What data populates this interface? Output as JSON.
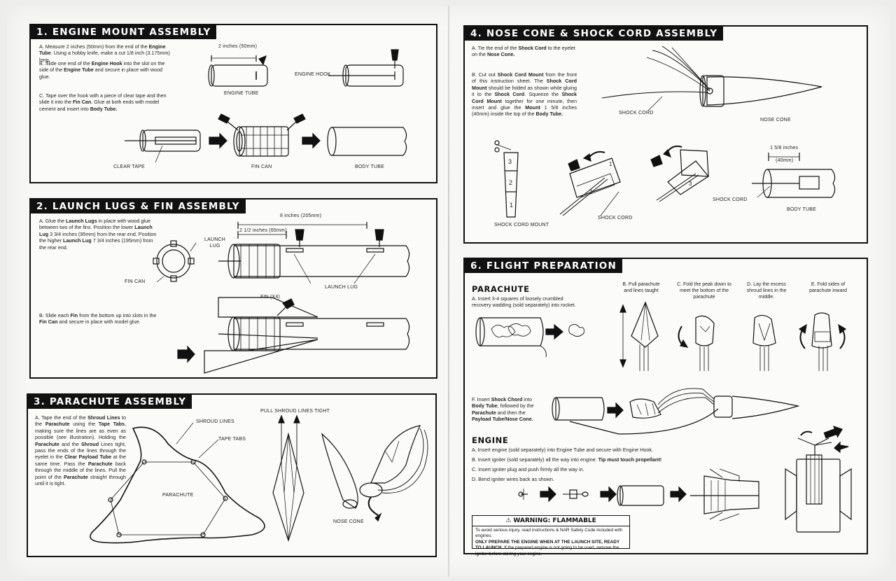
{
  "panels": {
    "p1": {
      "title": "1. ENGINE MOUNT ASSEMBLY",
      "a1": "A. Measure 2 inches (50mm) from the end of the ",
      "a1b": "Engine Tube",
      "a2": ". Using a hobby knife, make a cut 1/8 inch (3.175mm) long.",
      "b1": "B. Slide one end of the ",
      "b1b": "Engine Hook",
      "b2": " into the slot on the side of the ",
      "b2b": "Engine Tube",
      "b3": " and secure in place with wood glue.",
      "c1": "C. Tape over the hook with a piece of clear tape and then slide it into the ",
      "c1b": "Fin Can",
      "c2": ". Glue at both ends with model cement and insert into ",
      "c2b": "Body Tube.",
      "dim": "2 inches (50mm)",
      "engine_tube": "ENGINE TUBE",
      "engine_hook": "ENGINE HOOK",
      "clear_tape": "CLEAR TAPE",
      "fin_can": "FIN CAN",
      "body_tube": "BODY TUBE"
    },
    "p2": {
      "title": "2. LAUNCH LUGS & FIN ASSEMBLY",
      "a1": "A. Glue the ",
      "a1b": "Launch Lugs",
      "a2": " in place with wood glue between two of the fins. Position the lower ",
      "a2b": "Launch Lug",
      "a3": " 3 3/4 inches (95mm) from the rear end. Position the higher ",
      "a3b": "Launch Lug",
      "a4": " 7 3/4 inches (195mm) from the rear end.",
      "b1": "B. Slide each ",
      "b1b": "Fin",
      "b2": " from the bottom up into slots in the ",
      "b2b": "Fin Can",
      "b3": " and secure in place with model glue.",
      "dim1": "8 inches (205mm)",
      "dim2": "2 1/2 inches (65mm)",
      "launch_lug_a": "LAUNCH",
      "launch_lug_b": "LUG",
      "fin_can": "FIN CAN",
      "launch_lug2": "LAUNCH LUG",
      "fin_x4": "FIN (X4)"
    },
    "p3": {
      "title": "3. PARACHUTE ASSEMBLY",
      "t1": "A. Tape the end of the ",
      "t1b": "Shroud Lines",
      "t2": " to the ",
      "t2b": "Parachute",
      "t3": " using the ",
      "t3b": "Tape Tabs",
      "t4": ", making sure the lines are as even as possible (see illustration). Holding the ",
      "t4b": "Parachute",
      "t5": " and the ",
      "t5b": "Shroud",
      "t6": " Lines tight, pass the ends of the lines through the eyelet in the ",
      "t6b": "Clear Payload Tube",
      "t7": " at the same time. Pass the ",
      "t7b": "Parachute",
      "t8": " back through the middle of the lines. Pull the point of the ",
      "t8b": "Parachute",
      "t9": " straight through until it is tight.",
      "shroud_lines": "SHROUD LINES",
      "tape_tabs": "TAPE TABS",
      "parachute": "PARACHUTE",
      "pull": "PULL SHROUD LINES TIGHT",
      "nose_cone": "NOSE CONE"
    },
    "p4": {
      "title": "4. NOSE CONE & SHOCK CORD ASSEMBLY",
      "a1": "A. Tie the end of the ",
      "a1b": "Shock Cord",
      "a2": " to the eyelet on the ",
      "a2b": "Nose Cone.",
      "b1": "B. Cut out ",
      "b1b": "Shock Cord Mount",
      "b2": " from the front of this instruction sheet. The ",
      "b2b": "Shock Cord Mount",
      "b3": " should be folded as shown while gluing it to the ",
      "b3b": "Shock Cord",
      "b4": ". Squeeze the ",
      "b4b": "Shock Cord Mount",
      "b5": " together for one minute, then insert and glue the ",
      "b5b": "Mount",
      "b6": " 1 5/8 inches (40mm) inside the top of the ",
      "b6b": "Body Tube.",
      "shock_cord": "SHOCK CORD",
      "nose_cone": "NOSE CONE",
      "mount": "SHOCK CORD MOUNT",
      "shock_cord2": "SHOCK CORD",
      "shock_cord3": "SHOCK CORD",
      "body_tube": "BODY TUBE",
      "dim1": "1 5/8 inches",
      "dim2": "(40mm)",
      "n3": "3",
      "n2": "2",
      "n1": "1",
      "f1": "1",
      "f3": "3",
      "g3": "3"
    },
    "p6": {
      "title": "6. FLIGHT PREPARATION",
      "parachute_head": "PARACHUTE",
      "pa": "A. Insert 3-4 squares of loosely crumbled recovery wadding (sold separately) into rocket.",
      "pb": "B. Pull parachute and lines taught",
      "pc": "C. Fold the peak down to meet the bottom of the parachute",
      "pd": "D. Lay the excess shroud lines in the middle.",
      "pe": "E. Fold sides of parachute inward",
      "pf1": "F. Insert ",
      "pf1b": "Shock Chord",
      "pf2": " into ",
      "pf2b": "Body Tube",
      "pf3": ", followed by the ",
      "pf3b": "Parachute",
      "pf4": " and then the ",
      "pf4b": "Payload Tube/Nose Cone.",
      "engine_head": "ENGINE",
      "ea": "A. Insert engine (sold separately) into Engine Tube and secure with Engine Hook.",
      "eb1": "B. Insert igniter (sold separately) all the way into engine. ",
      "eb1b": "Tip must touch propellant!",
      "ec": "C. Insert igniter plug and push firmly all the way in.",
      "ed": "D. Bend igniter wires back as shown.",
      "warn_title": "⚠ WARNING: FLAMMABLE",
      "w1": "To avoid serious injury, read instructions & NAR Safety Code included with engines.",
      "w2": "ONLY PREPARE THE ENGINE WHEN AT THE LAUNCH SITE, READY TO LAUNCH.",
      "w3": " If the prepared engine is not going to be used, remove the igniter before storing your engine."
    }
  },
  "colors": {
    "ink": "#111111",
    "paper": "#fbfbf9",
    "header": "#111111"
  }
}
